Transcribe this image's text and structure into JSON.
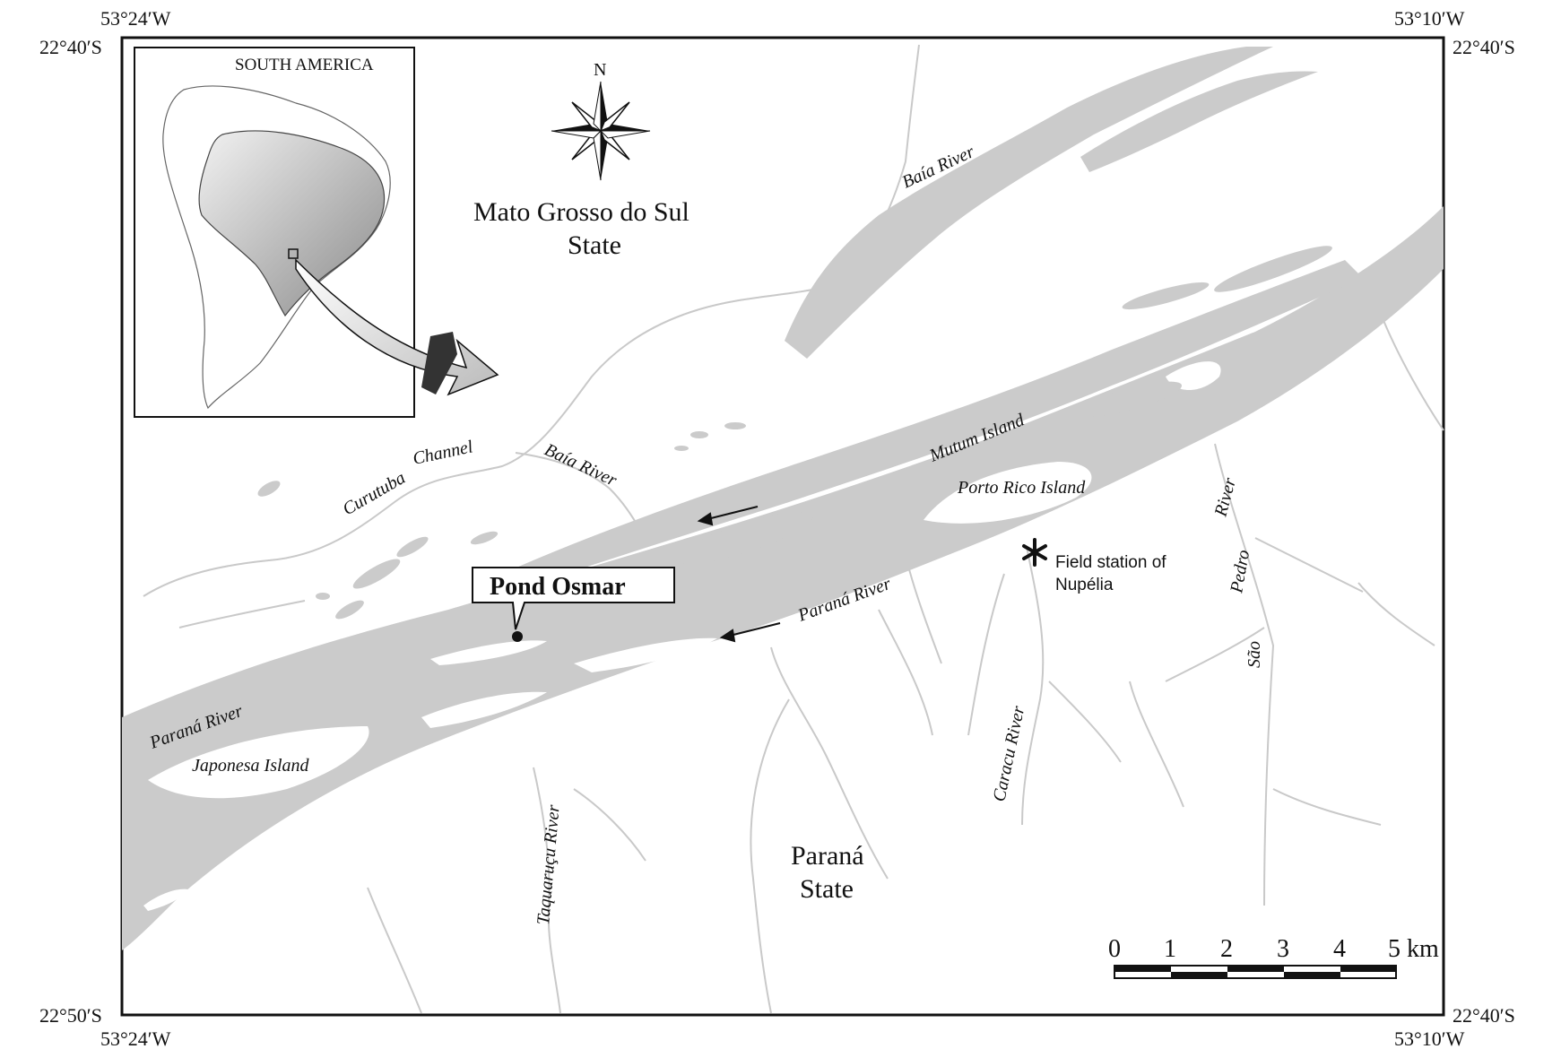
{
  "coordinates": {
    "top_left_lon": "53°24′W",
    "top_right_lon": "53°10′W",
    "bottom_left_lon": "53°24′W",
    "bottom_right_lon": "53°10′W",
    "top_left_lat": "22°40′S",
    "top_right_lat": "22°40′S",
    "bottom_left_lat": "22°50′S",
    "bottom_right_lat": "22°40′S"
  },
  "inset": {
    "title": "SOUTH AMERICA"
  },
  "compass": {
    "north_label": "N"
  },
  "regions": {
    "mato_grosso_line1": "Mato Grosso do Sul",
    "mato_grosso_line2": "State",
    "parana_line1": "Paraná",
    "parana_line2": "State"
  },
  "features": {
    "baia_river_north": "Baía River",
    "baia_river_south": "Baía River",
    "curutuba": "Curutuba",
    "channel": "Channel",
    "mutum_island": "Mutum Island",
    "porto_rico_island": "Porto Rico Island",
    "parana_river_center": "Paraná River",
    "parana_river_west": "Paraná River",
    "japonesa_island": "Japonesa Island",
    "taquarucu_river": "Taquaruçu River",
    "caracu_river": "Caracu River",
    "sao": "São",
    "pedro": "Pedro",
    "river": "River"
  },
  "field_station": {
    "line1": "Field station of",
    "line2": "Nupélia"
  },
  "callout": {
    "label": "Pond Osmar"
  },
  "scale_bar": {
    "ticks": [
      "0",
      "1",
      "2",
      "3",
      "4",
      "5 km"
    ]
  },
  "colors": {
    "water": "#cbcbcb",
    "frame": "#111111"
  }
}
